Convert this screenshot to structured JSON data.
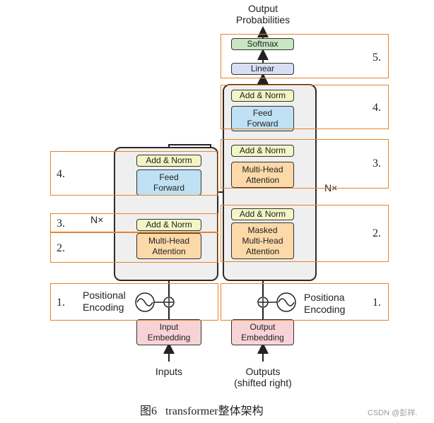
{
  "encoder": {
    "inputs_label": "Inputs",
    "input_embedding": "Input\nEmbedding",
    "positional_encoding": "Positional\nEncoding",
    "mha": "Multi-Head\nAttention",
    "add_norm_1": "Add & Norm",
    "ffn": "Feed\nForward",
    "add_norm_2": "Add & Norm",
    "nx": "N×"
  },
  "decoder": {
    "outputs_label": "Outputs\n(shifted right)",
    "output_embedding": "Output\nEmbedding",
    "positional_encoding": "Positiona\nEncoding",
    "masked_mha": "Masked\nMulti-Head\nAttention",
    "add_norm_1": "Add & Norm",
    "mha": "Multi-Head\nAttention",
    "add_norm_2": "Add & Norm",
    "ffn": "Feed\nForward",
    "add_norm_3": "Add & Norm",
    "nx": "N×",
    "linear": "Linear",
    "softmax": "Softmax",
    "output_probabilities": "Output\nProbabilities"
  },
  "annotations": {
    "left": [
      "4.",
      "3.",
      "2.",
      "1."
    ],
    "right": [
      "5.",
      "4.",
      "3.",
      "2.",
      "1."
    ]
  },
  "caption": "图6   transformer整体架构",
  "watermark": "CSDN @彭祥.",
  "colors": {
    "add_norm": "#f2f5c4",
    "feed_forward": "#bfe1f3",
    "attention": "#fcd9a8",
    "embedding": "#f7d3d7",
    "linear": "#d9dff3",
    "softmax": "#c8e6c2",
    "annotation_border": "#e8822a"
  }
}
